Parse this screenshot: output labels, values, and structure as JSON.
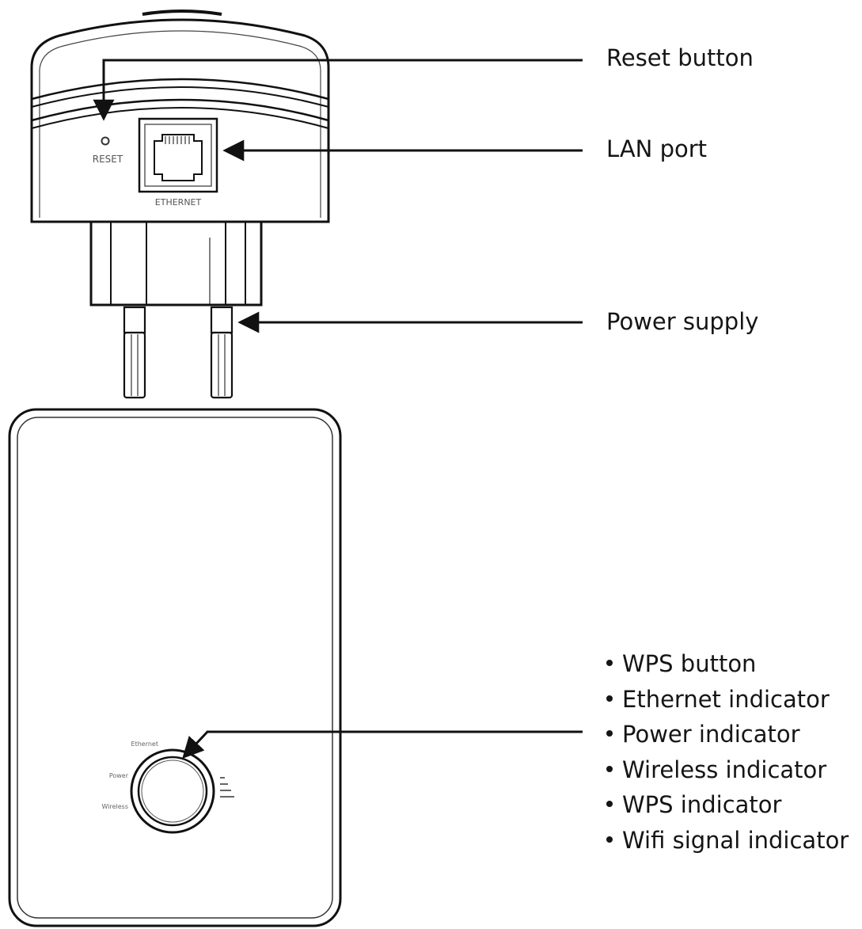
{
  "device": {
    "reset_label": "RESET",
    "ethernet_label": "ETHERNET",
    "led_labels": [
      "Ethernet",
      "Power",
      "Wireless"
    ]
  },
  "callouts": {
    "reset_button": "Reset button",
    "lan_port": "LAN port",
    "power_supply": "Power supply",
    "front_panel_items": [
      "WPS button",
      "Ethernet indicator",
      "Power indicator",
      "Wireless indicator",
      "WPS indicator",
      "Wifi signal indicator"
    ]
  },
  "icons": {
    "arrowhead": "arrowhead-icon",
    "signal": "signal-bars-icon"
  }
}
